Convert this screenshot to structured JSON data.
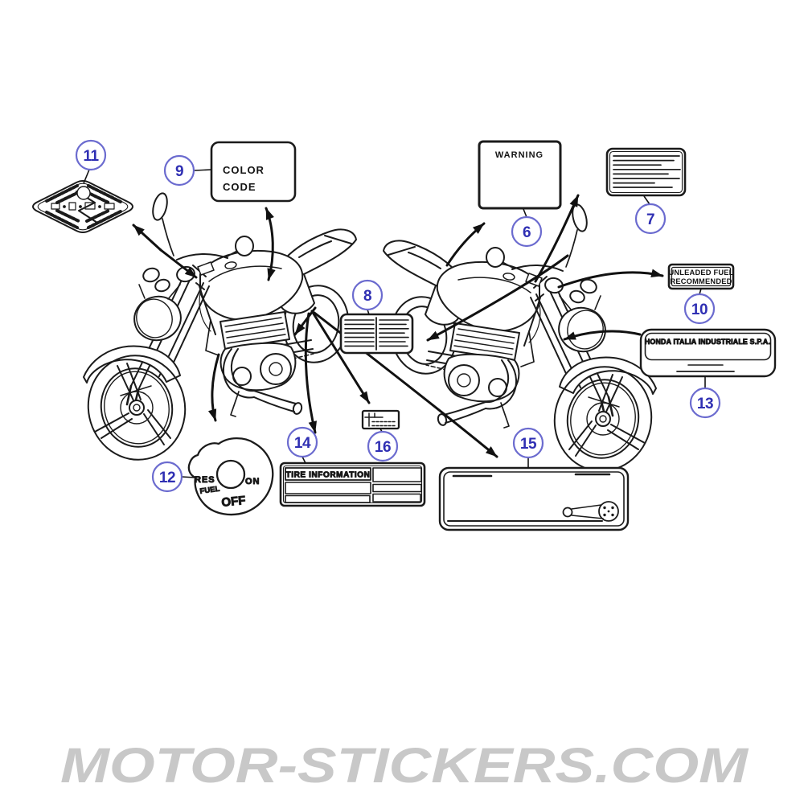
{
  "page": {
    "type": "motorcycle-parts-diagram",
    "subject": "caution and information sticker placement",
    "background": "#ffffff"
  },
  "palette": {
    "line": "#1b1b1b",
    "callout_ring": "#6b6bcf",
    "callout_number": "#2f2fb3",
    "watermark": "#c8c8c8"
  },
  "callouts": {
    "c6": {
      "number": "6"
    },
    "c7": {
      "number": "7"
    },
    "c8": {
      "number": "8"
    },
    "c9": {
      "number": "9"
    },
    "c10": {
      "number": "10"
    },
    "c11": {
      "number": "11"
    },
    "c12": {
      "number": "12"
    },
    "c13": {
      "number": "13"
    },
    "c14": {
      "number": "14"
    },
    "c15": {
      "number": "15"
    },
    "c16": {
      "number": "16"
    }
  },
  "labels": {
    "color_code": {
      "line1": "COLOR",
      "line2": "CODE"
    },
    "warning": {
      "text": "WARNING"
    },
    "unleaded_fuel": {
      "line1": "UNLEADED FUEL",
      "line2": "RECOMMENDED"
    },
    "manufacturer": {
      "text": "HONDA ITALIA INDUSTRIALE S.P.A."
    },
    "tire_information": {
      "text": "TIRE INFORMATION"
    },
    "fuel_valve": {
      "res": "RES",
      "on": "ON",
      "fuel": "FUEL",
      "off": "OFF"
    }
  },
  "watermark": {
    "text": "MOTOR-STICKERS.COM",
    "color": "#c8c8c8"
  }
}
